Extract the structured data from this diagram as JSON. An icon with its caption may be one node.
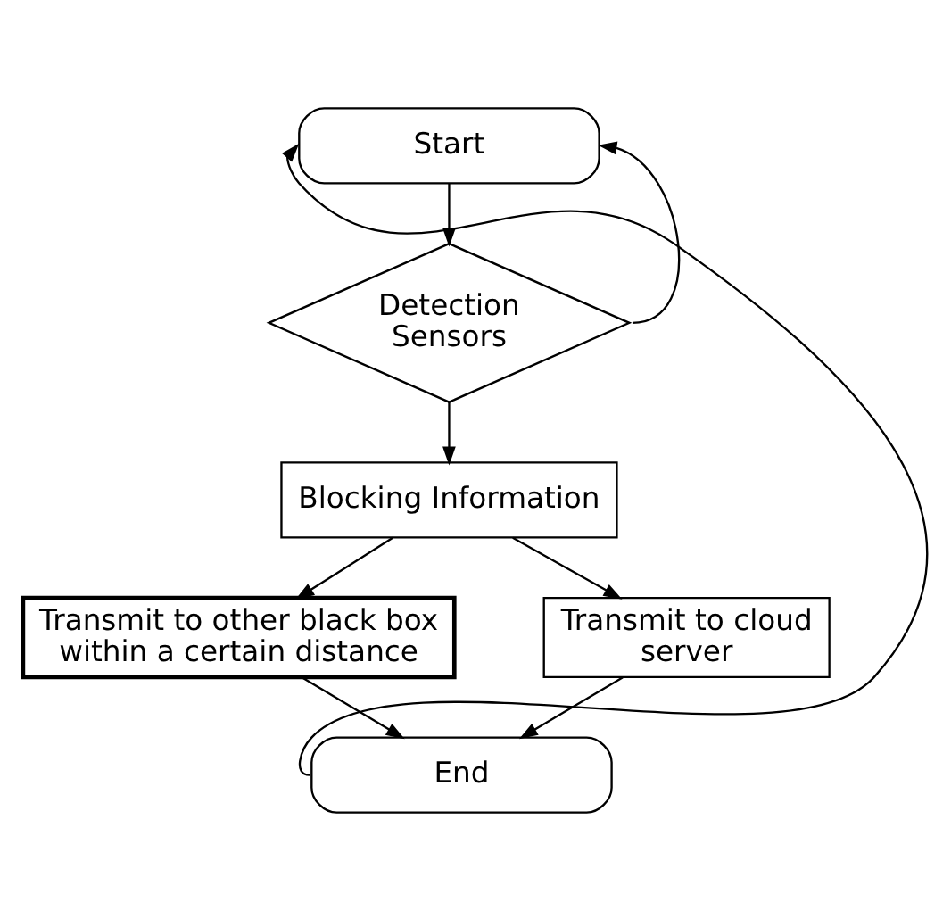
{
  "diagram": {
    "nodes": [
      {
        "text": [
          "Start"
        ]
      },
      {
        "text": [
          "Detection Sensors"
        ]
      },
      {
        "text": [
          "Blocking Information"
        ]
      },
      {
        "text": [
          "Transmit to other black box within a certain distance"
        ]
      },
      {
        "text": [
          "Transmit to cloud server"
        ]
      },
      {
        "text": [
          "End"
        ]
      }
    ],
    "edges": [
      {
        "from": 0,
        "to": 1,
        "arrow": "to"
      },
      {
        "from": 1,
        "to": 0,
        "arrow": "to"
      },
      {
        "from": 1,
        "to": 2,
        "arrow": "to"
      },
      {
        "from": 2,
        "to": 3,
        "arrow": "to"
      },
      {
        "from": 2,
        "to": 4,
        "arrow": "to"
      },
      {
        "from": 3,
        "to": 5,
        "arrow": "to"
      },
      {
        "from": 4,
        "to": 5,
        "arrow": "to"
      },
      {
        "from": 5,
        "to": 0,
        "arrow": "to"
      }
    ]
  }
}
